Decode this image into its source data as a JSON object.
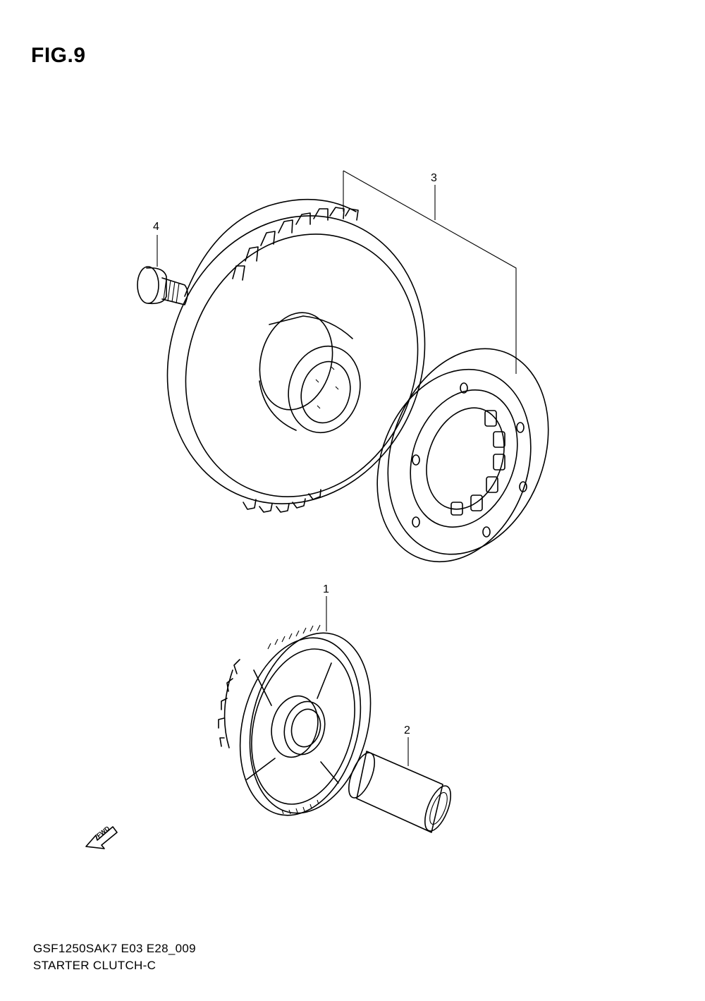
{
  "figure": {
    "title": "FIG.9"
  },
  "footer": {
    "model_code": "GSF1250SAK7 E03 E28_009",
    "diagram_name": "STARTER CLUTCH-C"
  },
  "callouts": [
    {
      "id": "1",
      "part": "starter-idle-gear"
    },
    {
      "id": "2",
      "part": "idle-gear-shaft"
    },
    {
      "id": "3",
      "part": "starter-driven-gear-assembly"
    },
    {
      "id": "4",
      "part": "bolt"
    }
  ],
  "fwd_label": "FWD"
}
